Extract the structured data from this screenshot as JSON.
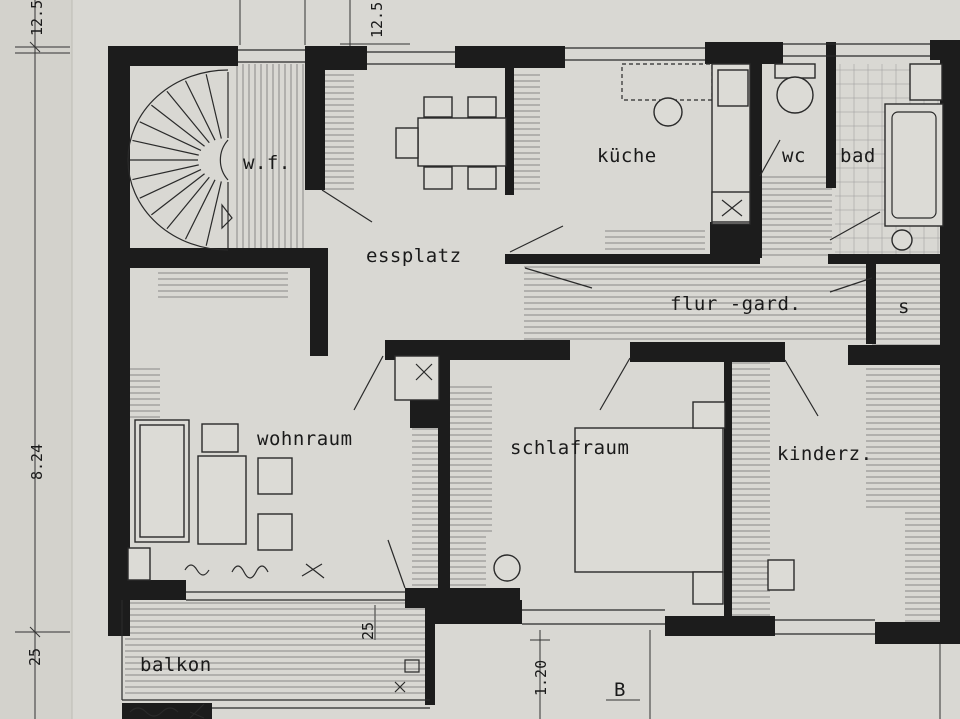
{
  "plan": {
    "rooms": {
      "wf": "w.f.",
      "kueche": "küche",
      "wc": "wc",
      "bad": "bad",
      "essplatz": "essplatz",
      "flur": "flur -gard.",
      "s": "s",
      "wohnraum": "wohnraum",
      "schlafraum": "schlafraum",
      "kinderz": "kinderz.",
      "balkon": "balkon"
    },
    "dimensions": {
      "top_left": "12.5",
      "top_center": "12.5",
      "left_height": "8.24",
      "left_bottom": "25",
      "balcony_depth": "25",
      "bottom_center": "1.20"
    },
    "section_mark": "B",
    "colors": {
      "paper": "#d9d8d3",
      "ink": "#1c1c1c"
    }
  }
}
